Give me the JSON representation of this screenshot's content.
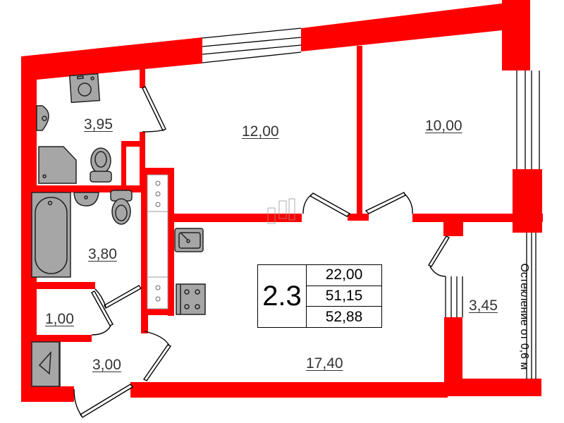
{
  "plan": {
    "wall_color": "#ff0000",
    "fixture_color": "#a6a6a6",
    "rooms": [
      {
        "id": "bathroom-top",
        "area": "3,95"
      },
      {
        "id": "bedroom",
        "area": "12,00"
      },
      {
        "id": "room-right",
        "area": "10,00"
      },
      {
        "id": "bathroom",
        "area": "3,80"
      },
      {
        "id": "storage",
        "area": "1,00"
      },
      {
        "id": "hallway",
        "area": "3,00"
      },
      {
        "id": "kitchen-living",
        "area": "17,40"
      },
      {
        "id": "balcony",
        "area": "3,45"
      }
    ]
  },
  "info": {
    "apartment_number": "2.3",
    "living_area": "22,00",
    "total_area": "51,15",
    "total_area_with_balcony": "52,88"
  },
  "glazing_note": "Остекление от 0,6 м"
}
